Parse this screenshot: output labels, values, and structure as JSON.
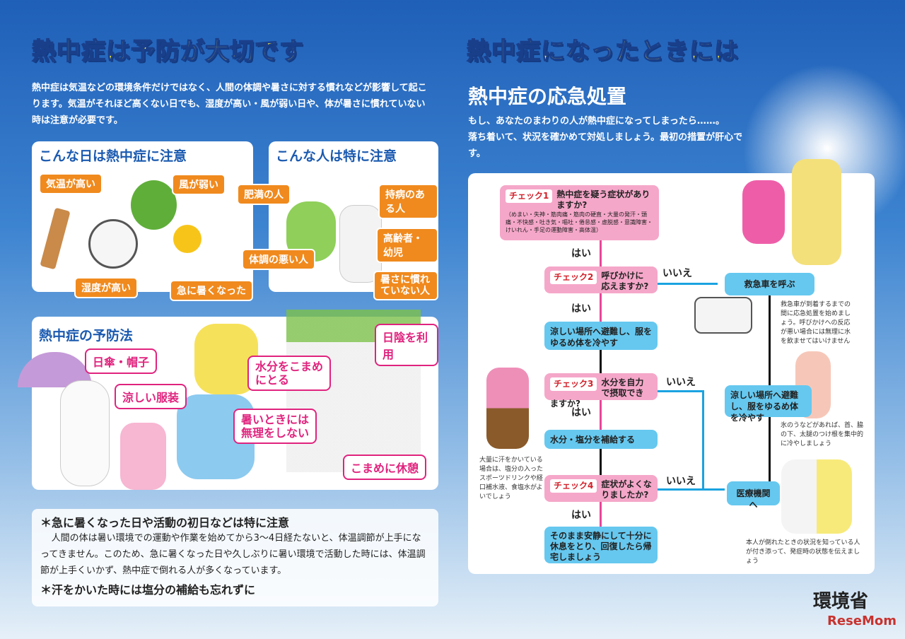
{
  "left": {
    "title": "熱中症は予防が大切です",
    "intro": "熱中症は気温などの環境条件だけではなく、人間の体調や暑さに対する慣れなどが影響して起こります。気温がそれほど高くない日でも、湿度が高い・風が弱い日や、体が暑さに慣れていない時は注意が必要です。",
    "day_panel": {
      "title": "こんな日は熱中症に注意",
      "tags": [
        "気温が高い",
        "風が弱い",
        "湿度が高い",
        "急に暑くなった"
      ]
    },
    "person_panel": {
      "title": "こんな人は特に注意",
      "tags": [
        "肥満の人",
        "持病のある人",
        "高齢者・幼児",
        "体調の悪い人",
        "暑さに慣れていない人"
      ]
    },
    "prevention_panel": {
      "title": "熱中症の予防法",
      "tags": [
        "日傘・帽子",
        "涼しい服装",
        "水分をこまめにとる",
        "日陰を利用",
        "暑いときには無理をしない",
        "こまめに休憩"
      ]
    },
    "notes": {
      "heading1": "＊急に暑くなった日や活動の初日などは特に注意",
      "body1": "人間の体は暑い環境での運動や作業を始めてから3〜4日経たないと、体温調節が上手になってきません。このため、急に暑くなった日や久しぶりに暑い環境で活動した時には、体温調節が上手くいかず、熱中症で倒れる人が多くなっています。",
      "heading2": "＊汗をかいた時には塩分の補給も忘れずに"
    }
  },
  "right": {
    "title": "熱中症になったときには",
    "subtitle": "熱中症の応急処置",
    "intro1": "もし、あなたのまわりの人が熱中症になってしまったら……。",
    "intro2": "落ち着いて、状況を確かめて対処しましょう。最初の措置が肝心です。",
    "flow": {
      "check1": {
        "label": "チェック1",
        "question": "熱中症を疑う症状がありますか?",
        "detail": "（めまい・失神・筋肉痛・筋肉の硬直・大量の発汗・頭痛・不快感・吐き気・嘔吐・倦怠感・虚脱感・意識障害・けいれん・手足の運動障害・高体温）"
      },
      "check2": {
        "label": "チェック2",
        "question": "呼びかけに応えますか?"
      },
      "check3": {
        "label": "チェック3",
        "question": "水分を自力で摂取できますか?"
      },
      "check4": {
        "label": "チェック4",
        "question": "症状がよくなりましたか?"
      },
      "yes": "はい",
      "no": "いいえ",
      "cool": "涼しい場所へ避難し、服をゆるめ体を冷やす",
      "water": "水分・塩分を補給する",
      "rest": "そのまま安静にして十分に休息をとり、回復したら帰宅しましょう",
      "ambulance": "救急車を呼ぶ",
      "ambulance_note": "救急車が到着するまでの間に応急処置を始めましょう。呼びかけへの反応が悪い場合には無理に水を飲ませてはいけません",
      "cool2": "涼しい場所へ避難し、服をゆるめ体を冷やす",
      "ice_note": "氷のうなどがあれば、首、脇の下、太腿のつけ根を集中的に冷やしましょう",
      "hospital": "医療機関へ",
      "hospital_note": "本人が倒れたときの状況を知っている人が付き添って、発症時の状態を伝えましょう",
      "drink_note": "大量に汗をかいている場合は、塩分の入ったスポーツドリンクや経口補水液、食塩水がよいでしょう"
    }
  },
  "footer": {
    "ministry": "環境省",
    "watermark": "ReseMom"
  }
}
